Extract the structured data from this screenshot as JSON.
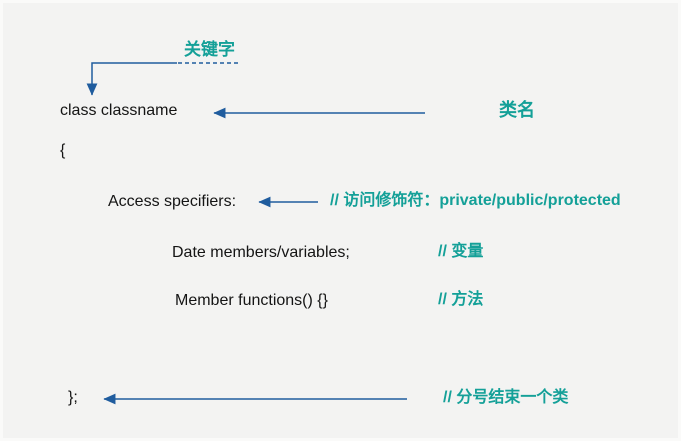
{
  "colors": {
    "accent_teal": "#14a098",
    "arrow_blue": "#1f5c9e",
    "code_text": "#141414",
    "canvas_bg": "#f3f3f2"
  },
  "annotations": {
    "keyword_label": "关键字",
    "classname_label": "类名"
  },
  "code": {
    "class_line": "class classname",
    "open_brace": "{",
    "access_line": "Access specifiers:",
    "data_line": "Date members/variables;",
    "member_line": "Member functions() {}",
    "close_line": "};"
  },
  "comments": {
    "access": "// 访问修饰符：private/public/protected",
    "data": "// 变量",
    "member": "// 方法",
    "close": "// 分号结束一个类"
  }
}
